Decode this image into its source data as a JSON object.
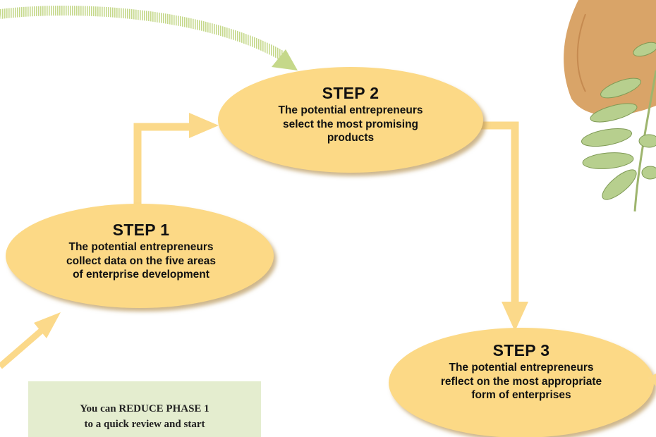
{
  "colors": {
    "ellipse_fill": "#fcd986",
    "ellipse_shadow": "#c9a860",
    "arrow": "#fbd98a",
    "dotted_arrow": "#c5d88a",
    "note_bg": "#e4edcf",
    "pod": "#d9a468",
    "leaf": "#b7cf8e"
  },
  "steps": [
    {
      "title": "STEP 1",
      "lines": [
        "The potential entrepreneurs",
        "collect data on the five areas",
        "of enterprise development"
      ]
    },
    {
      "title": "STEP 2",
      "lines": [
        "The potential entrepreneurs",
        "select the most promising",
        "products"
      ]
    },
    {
      "title": "STEP 3",
      "lines": [
        "The potential entrepreneurs",
        "reflect on the most appropriate",
        "form of enterprises"
      ]
    }
  ],
  "note": {
    "lines": [
      "You can REDUCE PHASE 1",
      "to a quick review and start"
    ]
  },
  "decorations": {
    "illustration": "tamarind-pod-illustration"
  }
}
